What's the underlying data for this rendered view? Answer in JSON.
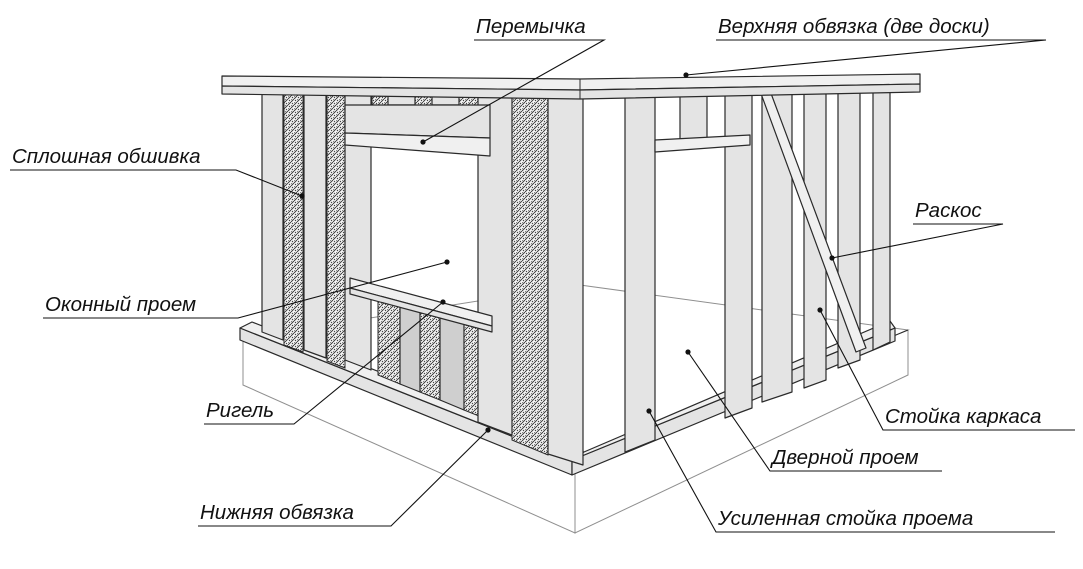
{
  "labels": {
    "top_plate": "Верхняя обвязка (две доски)",
    "header": "Перемычка",
    "solid_sheathing": "Сплошная обшивка",
    "brace": "Раскос",
    "window_opening": "Оконный проем",
    "sill": "Ригель",
    "frame_stud": "Стойка каркаса",
    "door_opening": "Дверной проем",
    "bottom_plate": "Нижняя обвязка",
    "king_stud": "Усиленная стойка проема"
  }
}
